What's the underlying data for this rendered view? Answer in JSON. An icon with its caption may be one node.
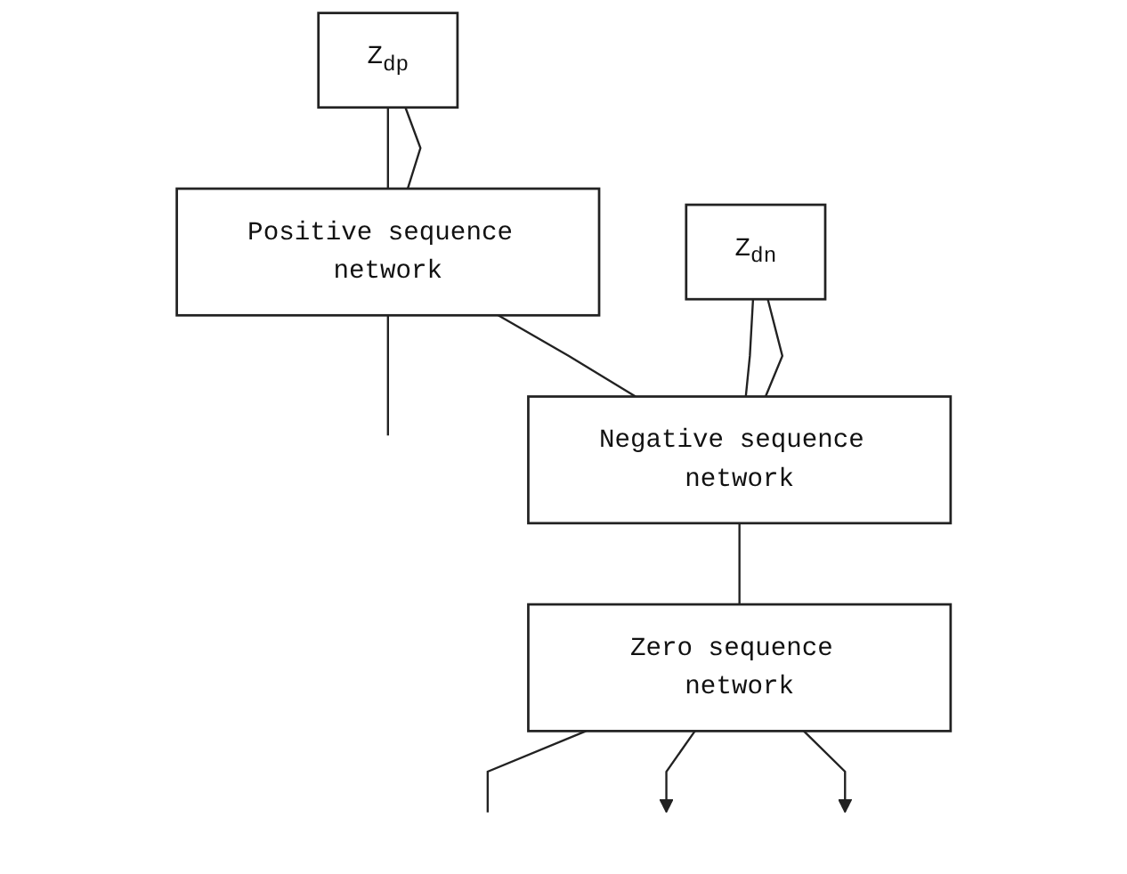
{
  "diagram": {
    "nodes": [
      {
        "text": [
          "Z$_{dp}$"
        ]
      },
      {
        "text": [
          "Positive sequence network"
        ]
      },
      {
        "text": [
          "Z$_{dn}$"
        ]
      },
      {
        "text": [
          "Negative sequence network"
        ]
      },
      {
        "text": [
          "Zero sequence network"
        ]
      }
    ],
    "edges": [
      {
        "from": 0,
        "to": 1,
        "arrow": "none"
      },
      {
        "from": 0,
        "to": 1,
        "arrow": "none"
      },
      {
        "from": 1,
        "to": null,
        "arrow": "none"
      },
      {
        "from": 1,
        "to": 3,
        "arrow": "none"
      },
      {
        "from": 2,
        "to": 3,
        "arrow": "none"
      },
      {
        "from": 2,
        "to": 3,
        "arrow": "none"
      },
      {
        "from": 3,
        "to": 4,
        "arrow": "none"
      },
      {
        "from": 4,
        "to": null,
        "arrow": "none"
      },
      {
        "from": 4,
        "to": null,
        "arrow": "to"
      },
      {
        "from": 4,
        "to": null,
        "arrow": "to"
      }
    ]
  }
}
